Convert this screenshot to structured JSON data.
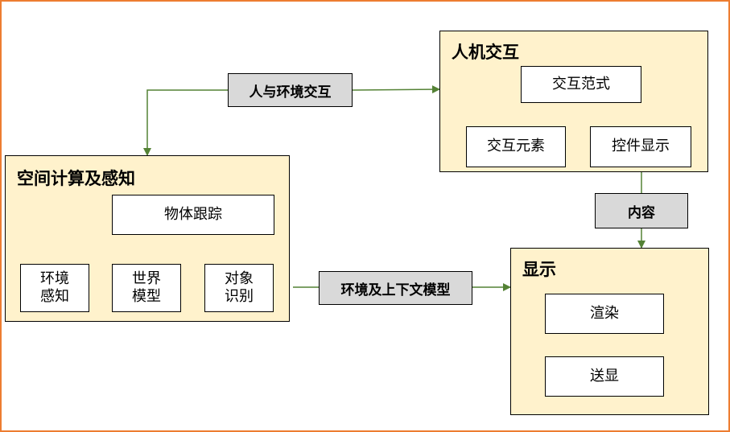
{
  "panels": {
    "spatial": {
      "title": "空间计算及感知",
      "object_tracking": "物体跟踪",
      "env_sense": "环境感知",
      "world_model": "世界模型",
      "object_recog": "对象识别"
    },
    "hci": {
      "title": "人机交互",
      "paradigm": "交互范式",
      "elements": "交互元素",
      "control_display": "控件显示"
    },
    "display": {
      "title": "显示",
      "rendering": "渲染",
      "send_display": "送显"
    }
  },
  "connectors": {
    "human_env": "人与环境交互",
    "env_context": "环境及上下文模型",
    "content": "内容"
  },
  "colors": {
    "frame": "#ed7d31",
    "panel_fill": "#fff2cc",
    "tag_fill": "#d9d9d9",
    "green_arrow": "#548235"
  }
}
